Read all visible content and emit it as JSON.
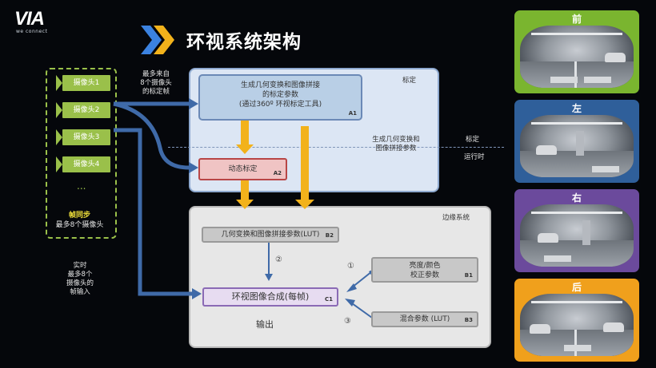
{
  "logo": {
    "mark": "VIA",
    "sub": "we connect"
  },
  "title": "环视系统架构",
  "cameras": [
    "摄像头1",
    "摄像头2",
    "摄像头3",
    "摄像头4"
  ],
  "ellipsis": "...",
  "sync": {
    "title": "帧同步",
    "sub": "最多8个摄像头"
  },
  "notes": {
    "max_frames": [
      "最多来自",
      "8个摄像头",
      "的标定帧"
    ],
    "realtime": [
      "实时",
      "最多8个",
      "摄像头的",
      "帧输入"
    ]
  },
  "calibration": {
    "label": "标定",
    "a1": {
      "lines": [
        "生成几何变换和图像拼接",
        "的标定参数",
        "(通过360º 环视标定工具)"
      ],
      "tag": "A1"
    },
    "a2": {
      "text": "动态标定",
      "tag": "A2"
    },
    "middle_text": [
      "生成几何变换和",
      "图像拼接参数"
    ],
    "side_top": "标定",
    "side_bottom": "运行时"
  },
  "edge_system": {
    "label": "边缘系统",
    "b2": {
      "text": "几何变换和图像拼接参数(LUT)",
      "tag": "B2"
    },
    "b1": {
      "lines": [
        "亮度/颜色",
        "校正参数"
      ],
      "tag": "B1"
    },
    "b3": {
      "text": "混合参数 (LUT)",
      "tag": "B3"
    },
    "c1": {
      "text": "环视图像合成(每帧)",
      "tag": "C1"
    },
    "output": "输出",
    "steps": [
      "①",
      "②",
      "③"
    ]
  },
  "views": [
    {
      "label": "前",
      "color": "#7ab52f"
    },
    {
      "label": "左",
      "color": "#2f5f9a"
    },
    {
      "label": "右",
      "color": "#6b4a9c"
    },
    {
      "label": "后",
      "color": "#f0a01c"
    }
  ],
  "colors": {
    "arrow_blue": "#3f6aa8",
    "arrow_yellow": "#f2b21b",
    "accent": "#2e7ce0"
  }
}
